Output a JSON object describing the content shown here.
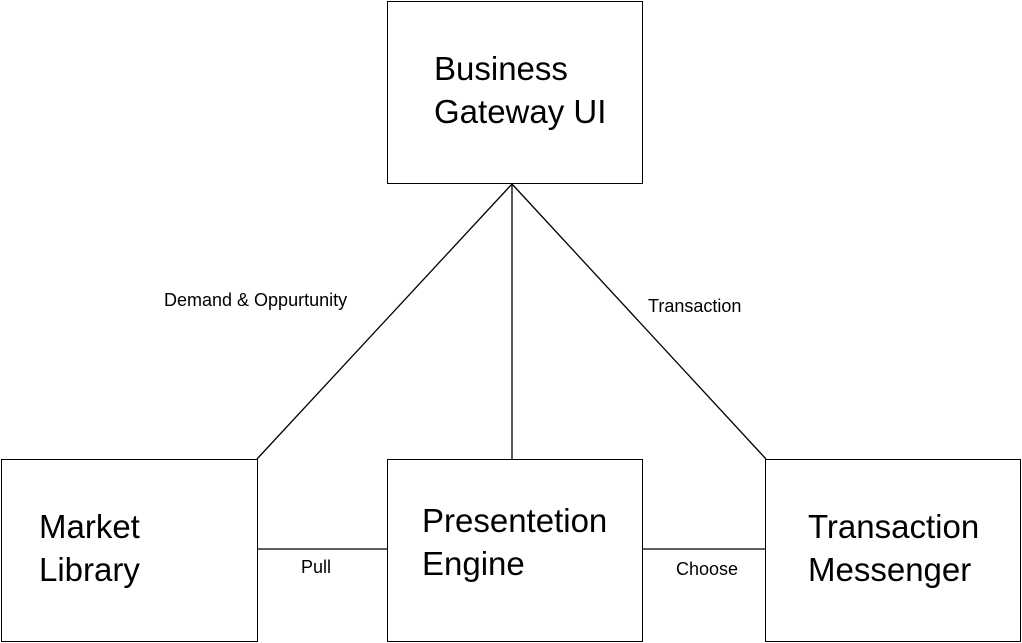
{
  "nodes": {
    "gateway": {
      "lines": [
        "Business",
        "Gateway UI"
      ]
    },
    "market": {
      "lines": [
        "Market",
        "Library"
      ]
    },
    "presentation": {
      "lines": [
        "Presentetion",
        "Engine"
      ]
    },
    "messenger": {
      "lines": [
        "Transaction",
        "Messenger"
      ]
    }
  },
  "edges": {
    "gateway_market": "Demand & Oppurtunity",
    "gateway_messenger": "Transaction",
    "market_presentation": "Pull",
    "presentation_messenger": "Choose"
  }
}
